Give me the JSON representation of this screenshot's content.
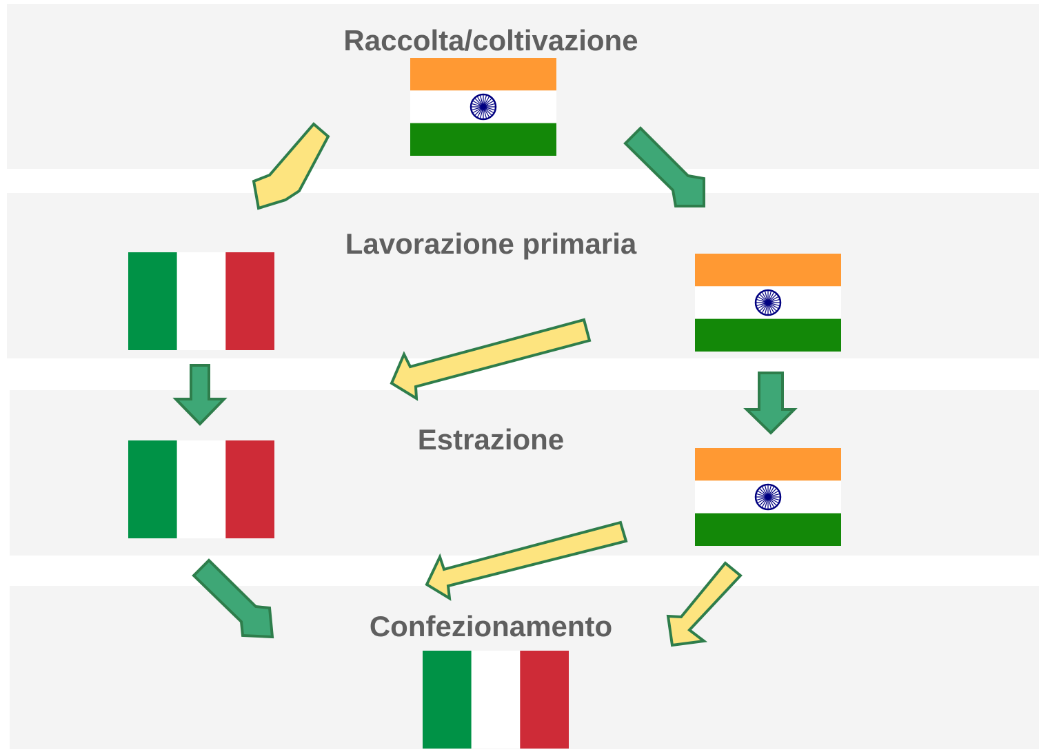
{
  "stages": [
    {
      "id": "raccolta",
      "label": "Raccolta/coltivazione"
    },
    {
      "id": "lavorazione",
      "label": "Lavorazione primaria"
    },
    {
      "id": "estrazione",
      "label": "Estrazione"
    },
    {
      "id": "confezionamento",
      "label": "Confezionamento"
    }
  ],
  "flags": {
    "india": {
      "icon": "india-flag-icon",
      "colors": {
        "saffron": "#ff9933",
        "white": "#ffffff",
        "green": "#138808",
        "chakra": "#000080"
      }
    },
    "italy": {
      "icon": "italy-flag-icon",
      "colors": {
        "green": "#009246",
        "white": "#ffffff",
        "red": "#ce2b37"
      }
    }
  },
  "arrow_colors": {
    "yellow": {
      "fill": "#fde47f",
      "stroke": "#2e7d4b"
    },
    "green": {
      "fill": "#3ea776",
      "stroke": "#2e7d4b"
    }
  },
  "background": {
    "band": "#f4f4f4",
    "label_text": "#5f5f5f"
  }
}
